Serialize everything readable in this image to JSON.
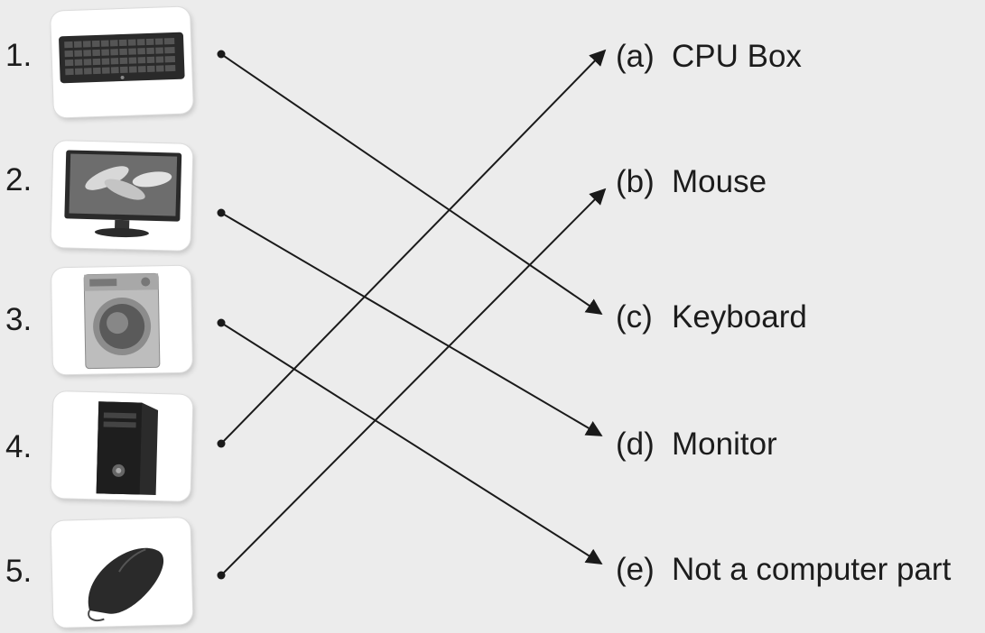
{
  "items": [
    {
      "number": "1.",
      "icon": "keyboard-icon"
    },
    {
      "number": "2.",
      "icon": "monitor-icon"
    },
    {
      "number": "3.",
      "icon": "washing-machine-icon"
    },
    {
      "number": "4.",
      "icon": "cpu-tower-icon"
    },
    {
      "number": "5.",
      "icon": "mouse-icon"
    }
  ],
  "options": [
    {
      "letter": "(a)",
      "label": "CPU Box"
    },
    {
      "letter": "(b)",
      "label": "Mouse"
    },
    {
      "letter": "(c)",
      "label": "Keyboard"
    },
    {
      "letter": "(d)",
      "label": "Monitor"
    },
    {
      "letter": "(e)",
      "label": "Not a computer part"
    }
  ],
  "connections": [
    {
      "from": "1.",
      "to": "(c)"
    },
    {
      "from": "2.",
      "to": "(d)"
    },
    {
      "from": "3.",
      "to": "(e)"
    },
    {
      "from": "4.",
      "to": "(a)"
    },
    {
      "from": "5.",
      "to": "(b)"
    }
  ],
  "colors": {
    "line": "#1a1a1a",
    "background": "#ececec",
    "card": "#ffffff"
  }
}
